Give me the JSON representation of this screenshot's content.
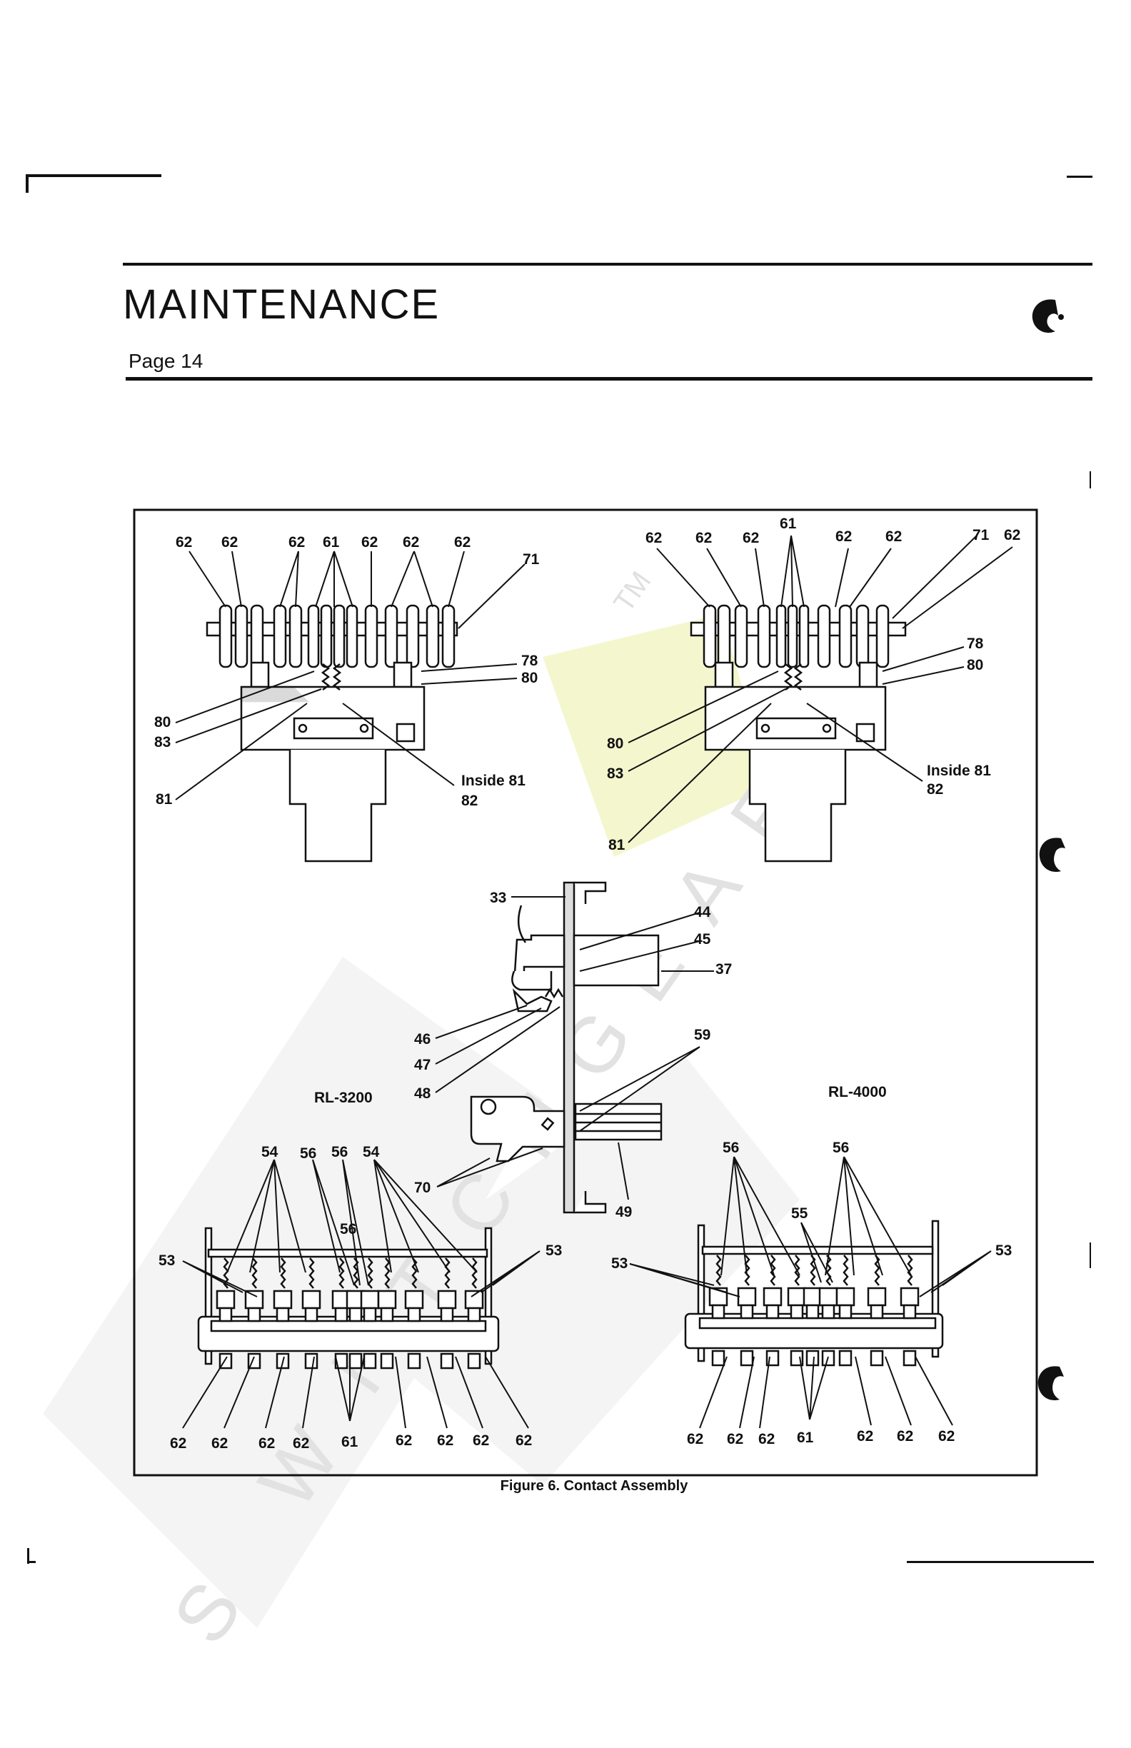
{
  "header": {
    "title": "MAINTENANCE",
    "page_label": "Page 14"
  },
  "figure": {
    "caption": "Figure 6. Contact Assembly",
    "models": [
      "RL-3200",
      "RL-4000"
    ],
    "callouts": {
      "top_left_row": [
        "62",
        "62",
        "62",
        "61",
        "62",
        "62",
        "62"
      ],
      "top_left_side": [
        "71",
        "78",
        "80",
        "80",
        "83",
        "81",
        "Inside 81",
        "82"
      ],
      "top_right_row": [
        "62",
        "62",
        "62",
        "61",
        "62",
        "62",
        "71",
        "62"
      ],
      "top_right_side": [
        "78",
        "80",
        "80",
        "83",
        "81",
        "Inside 81",
        "82"
      ],
      "center": [
        "33",
        "44",
        "45",
        "37",
        "46",
        "47",
        "48",
        "59",
        "70",
        "49"
      ],
      "bottom_left_top": [
        "54",
        "56",
        "56",
        "54",
        "56",
        "53",
        "53"
      ],
      "bottom_left_bottom": [
        "62",
        "62",
        "62",
        "62",
        "61",
        "62",
        "62",
        "62",
        "62"
      ],
      "bottom_right_top": [
        "56",
        "56",
        "55",
        "53",
        "53"
      ],
      "bottom_right_bottom": [
        "62",
        "62",
        "62",
        "61",
        "62",
        "62",
        "62"
      ]
    }
  },
  "watermark": {
    "letters": [
      "S",
      "W",
      "I",
      "T",
      "C",
      "H",
      "G",
      "E",
      "A",
      "R"
    ],
    "tm": "TM"
  },
  "colors": {
    "ink": "#111111",
    "watermark_gray": "#e6e6e6",
    "watermark_yellow": "#f3f6c9"
  }
}
